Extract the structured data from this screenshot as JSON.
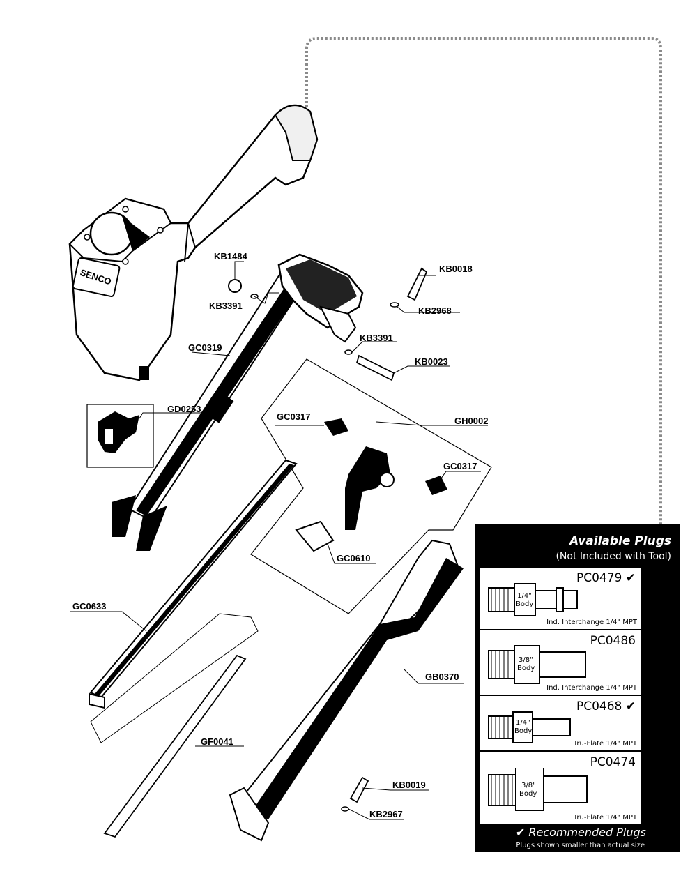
{
  "diagram": {
    "brand_mark": "SENCO",
    "parts": {
      "kb1484": "KB1484",
      "kb3391_top": "KB3391",
      "kb0018": "KB0018",
      "kb2968": "KB2968",
      "kb3391_mid": "KB3391",
      "kb0023": "KB0023",
      "gc0319": "GC0319",
      "gd0253": "GD0253",
      "gc0317_left": "GC0317",
      "gh0002": "GH0002",
      "gc0317_right": "GC0317",
      "gc0610": "GC0610",
      "gc0633": "GC0633",
      "gb0370": "GB0370",
      "gf0041": "GF0041",
      "kb0019": "KB0019",
      "kb2967": "KB2967"
    }
  },
  "plugs": {
    "title": "Available Plugs",
    "subtitle": "(Not Included with Tool)",
    "items": [
      {
        "code": "PC0479",
        "check": "✔",
        "body": "1/4\"",
        "body_word": "Body",
        "desc": "Ind. Interchange 1/4\" MPT",
        "recommended": true
      },
      {
        "code": "PC0486",
        "check": "",
        "body": "3/8\"",
        "body_word": "Body",
        "desc": "Ind. Interchange 1/4\" MPT",
        "recommended": false
      },
      {
        "code": "PC0468",
        "check": "✔",
        "body": "1/4\"",
        "body_word": "Body",
        "desc": "Tru-Flate 1/4\" MPT",
        "recommended": true
      },
      {
        "code": "PC0474",
        "check": "",
        "body": "3/8\"",
        "body_word": "Body",
        "desc": "Tru-Flate 1/4\" MPT",
        "recommended": false
      }
    ],
    "recommended_note": "✔ Recommended Plugs",
    "size_note": "Plugs shown smaller than actual size"
  },
  "colors": {
    "ink": "#000000",
    "paper": "#ffffff",
    "dotted_line": "#8a8a8a"
  }
}
